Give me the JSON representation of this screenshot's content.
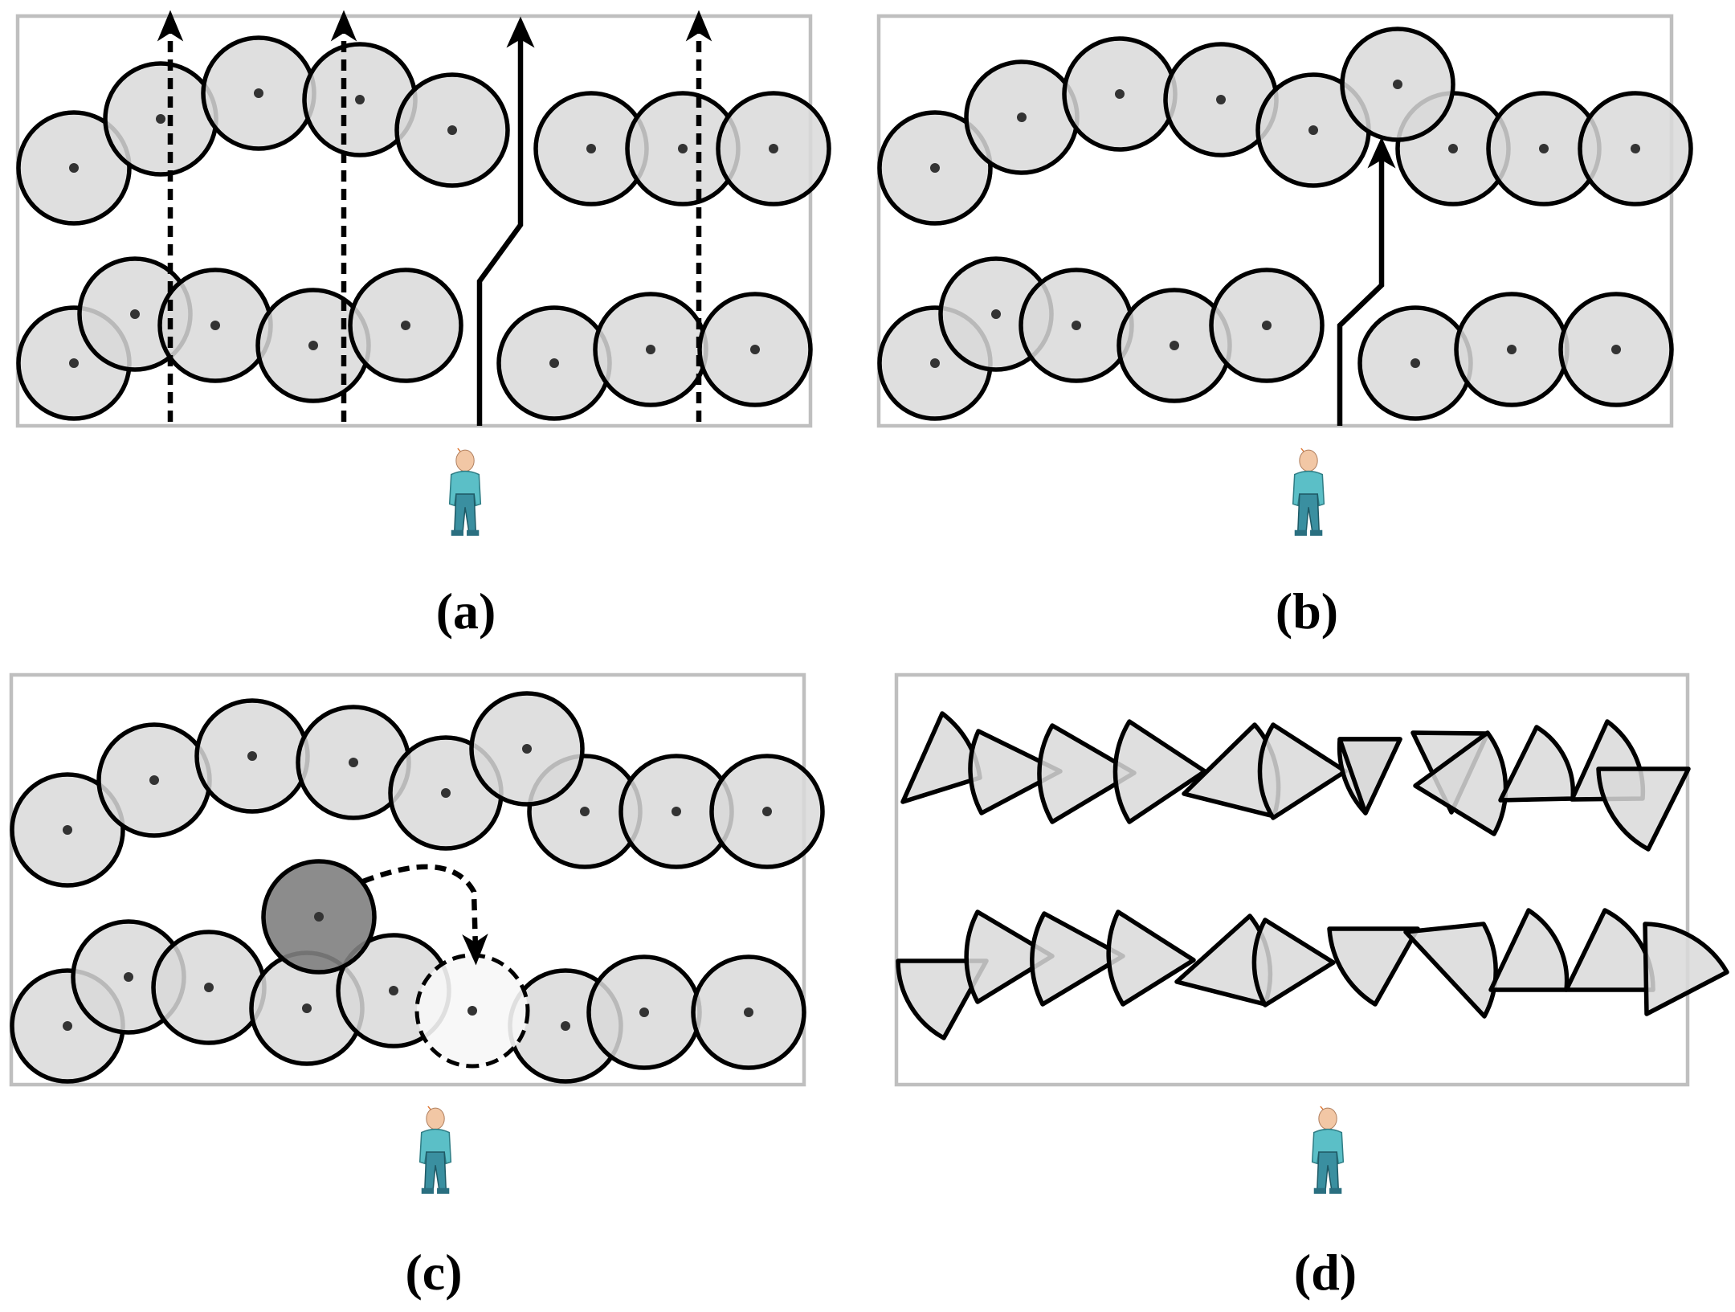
{
  "panels": [
    {
      "id": "a",
      "caption": "(a)"
    },
    {
      "id": "b",
      "caption": "(b)"
    },
    {
      "id": "c",
      "caption": "(c)"
    },
    {
      "id": "d",
      "caption": "(d)"
    }
  ],
  "colors": {
    "sensor_fill": "#d9d9d9",
    "moved_sensor_fill": "#808080",
    "new_position_fill": "#f7f7f7",
    "frame": "#bfbfbf",
    "path": "#000000",
    "person_body": "#5bbfc7"
  },
  "icons": [
    "person-icon",
    "arrow-head-icon"
  ]
}
